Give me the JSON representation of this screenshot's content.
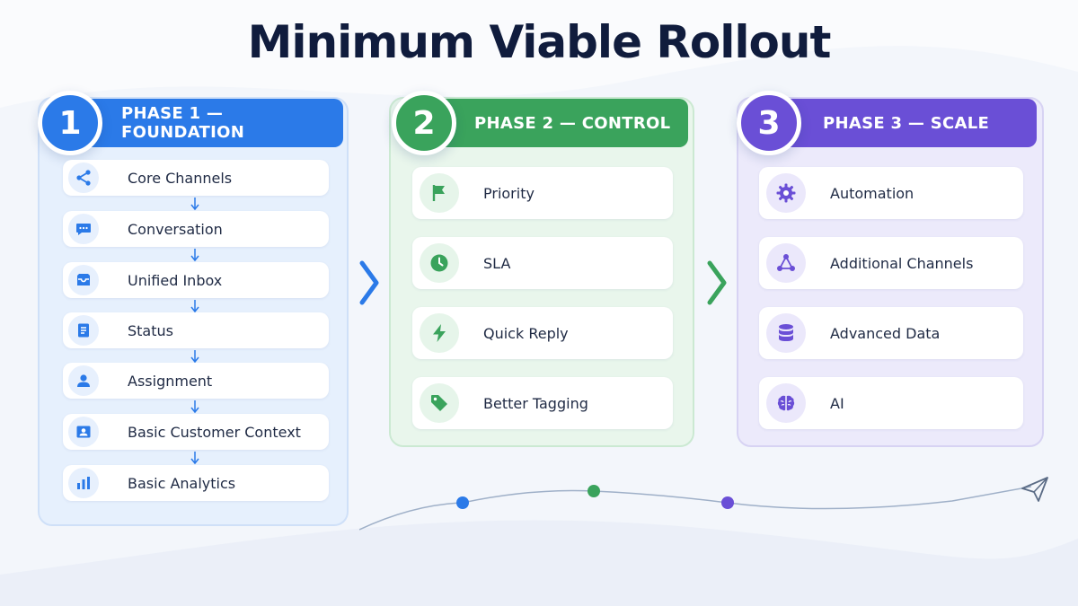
{
  "title": "Minimum Viable Rollout",
  "colors": {
    "phase1": "#2b7ae8",
    "phase2": "#3aa35c",
    "phase3": "#6a4fd6"
  },
  "phase1": {
    "number": "1",
    "label": "PHASE 1 — FOUNDATION",
    "items": [
      {
        "label": "Core Channels",
        "icon": "share-icon"
      },
      {
        "label": "Conversation",
        "icon": "chat-bubble-icon"
      },
      {
        "label": "Unified Inbox",
        "icon": "inbox-icon"
      },
      {
        "label": "Status",
        "icon": "document-icon"
      },
      {
        "label": "Assignment",
        "icon": "user-icon"
      },
      {
        "label": "Basic Customer Context",
        "icon": "contact-card-icon"
      },
      {
        "label": "Basic Analytics",
        "icon": "bar-chart-icon"
      }
    ]
  },
  "phase2": {
    "number": "2",
    "label": "PHASE 2 — CONTROL",
    "items": [
      {
        "label": "Priority",
        "icon": "flag-icon"
      },
      {
        "label": "SLA",
        "icon": "clock-icon"
      },
      {
        "label": "Quick Reply",
        "icon": "lightning-icon"
      },
      {
        "label": "Better Tagging",
        "icon": "tag-icon"
      }
    ]
  },
  "phase3": {
    "number": "3",
    "label": "PHASE 3 — SCALE",
    "items": [
      {
        "label": "Automation",
        "icon": "gear-icon"
      },
      {
        "label": "Additional Channels",
        "icon": "network-icon"
      },
      {
        "label": "Advanced Data",
        "icon": "database-icon"
      },
      {
        "label": "AI",
        "icon": "brain-icon"
      }
    ]
  }
}
